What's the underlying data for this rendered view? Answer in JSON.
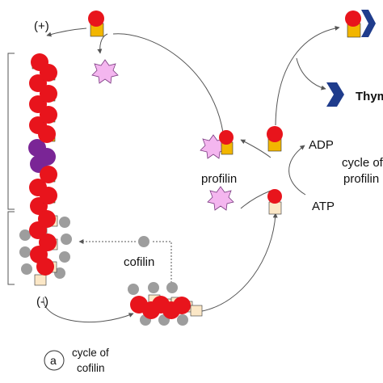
{
  "labels": {
    "plus_end": "(+)",
    "minus_end": "(-)",
    "profilin": "profilin",
    "cofilin": "cofilin",
    "adp": "ADP",
    "atp": "ATP",
    "cycle_profilin_line1": "cycle of",
    "cycle_profilin_line2": "profilin",
    "thymosin": "Thymosin",
    "panel_letter": "a",
    "cycle_cofilin_line1": "cycle of",
    "cycle_cofilin_line2": "cofilin"
  },
  "colors": {
    "actin_red": "#e8141c",
    "atp_gold": "#f2b600",
    "adp_cream": "#fbe7c6",
    "cofilin_gray": "#9d9d9d",
    "profilin_pink": "#f4b6ef",
    "tropomyosin_purple": "#7a2596",
    "thymosin_blue": "#1f3c8c"
  },
  "icons": [
    "actin-monomer-icon",
    "profilin-star-icon",
    "cofilin-ball-icon",
    "thymosin-chevron-icon"
  ]
}
